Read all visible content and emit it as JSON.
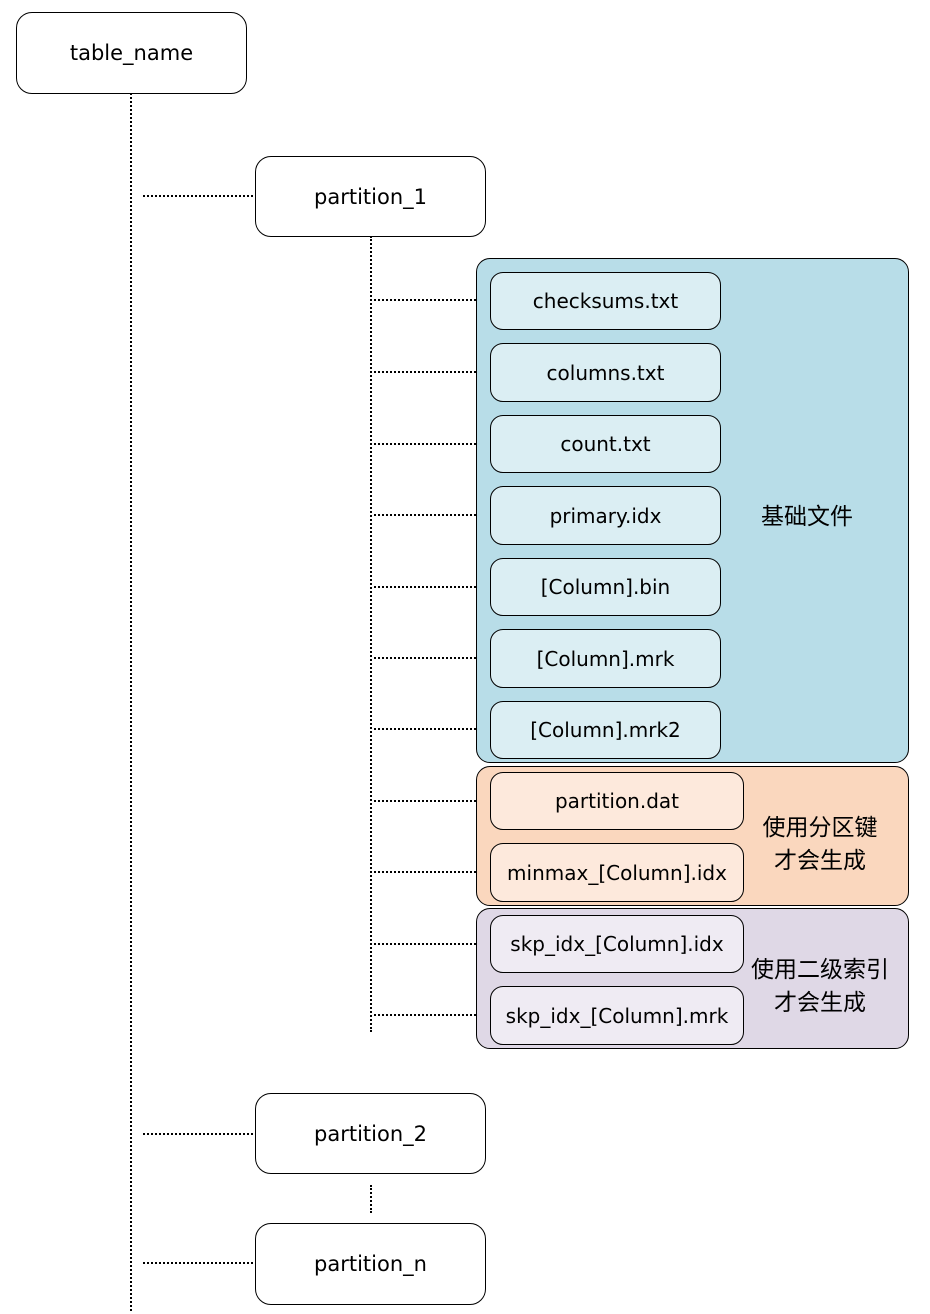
{
  "nodes": {
    "root": "table_name",
    "partition_1": "partition_1",
    "partition_2": "partition_2",
    "partition_n": "partition_n"
  },
  "groups": {
    "basic": {
      "label": "基础文件",
      "color": "#b8dde8",
      "file_color": "#dbeef3",
      "files": [
        "checksums.txt",
        "columns.txt",
        "count.txt",
        "primary.idx",
        "[Column].bin",
        "[Column].mrk",
        "[Column].mrk2"
      ]
    },
    "partition_key": {
      "label": "使用分区键\n才会生成",
      "color": "#fad7be",
      "file_color": "#fde9dc",
      "files": [
        "partition.dat",
        "minmax_[Column].idx"
      ]
    },
    "secondary_index": {
      "label": "使用二级索引\n才会生成",
      "color": "#dfd8e6",
      "file_color": "#efebf3",
      "files": [
        "skp_idx_[Column].idx",
        "skp_idx_[Column].mrk"
      ]
    }
  }
}
